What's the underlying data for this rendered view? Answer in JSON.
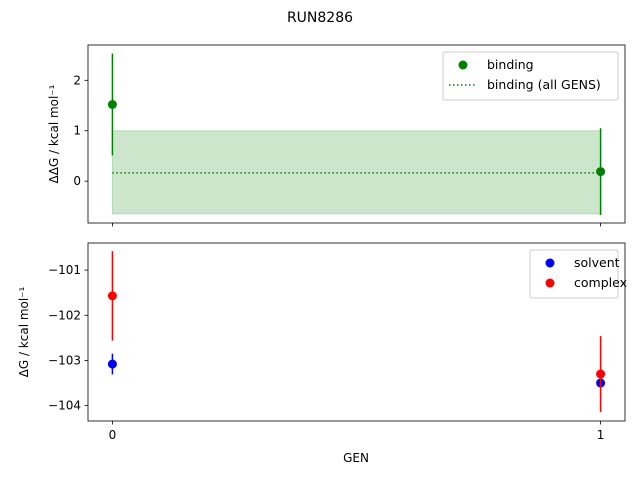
{
  "title": "RUN8286",
  "chart_data": [
    {
      "type": "scatter",
      "panel": "top",
      "ylabel": "ΔΔG / kcal mol⁻¹",
      "xlim": [
        -0.05,
        1.05
      ],
      "ylim": [
        -0.83,
        2.7
      ],
      "yticks": [
        0,
        1,
        2
      ],
      "xticks": [
        0,
        1
      ],
      "grid": false,
      "legend": "top-right",
      "series": [
        {
          "name": "binding",
          "kind": "errorbar",
          "color": "#008000",
          "x": [
            0,
            1
          ],
          "y": [
            1.52,
            0.19
          ],
          "err": [
            1.01,
            0.86
          ]
        },
        {
          "name": "binding (all GENS)",
          "kind": "hline-dotted",
          "color": "#008000",
          "y": 0.165,
          "band": [
            -0.65,
            1.0
          ]
        }
      ]
    },
    {
      "type": "scatter",
      "panel": "bottom",
      "ylabel": "ΔG / kcal mol⁻¹",
      "xlabel": "GEN",
      "xlim": [
        -0.05,
        1.05
      ],
      "ylim": [
        -104.34,
        -100.4
      ],
      "yticks": [
        -101,
        -102,
        -103,
        -104
      ],
      "xticks": [
        0,
        1
      ],
      "grid": false,
      "legend": "top-right",
      "series": [
        {
          "name": "solvent",
          "kind": "errorbar",
          "color": "#0000ff",
          "x": [
            0,
            1
          ],
          "y": [
            -103.08,
            -103.5
          ],
          "err": [
            0.23,
            0.0
          ]
        },
        {
          "name": "complex",
          "kind": "errorbar",
          "color": "#ff0000",
          "x": [
            0,
            1
          ],
          "y": [
            -101.57,
            -103.3
          ],
          "err": [
            0.99,
            0.84
          ]
        }
      ]
    }
  ]
}
